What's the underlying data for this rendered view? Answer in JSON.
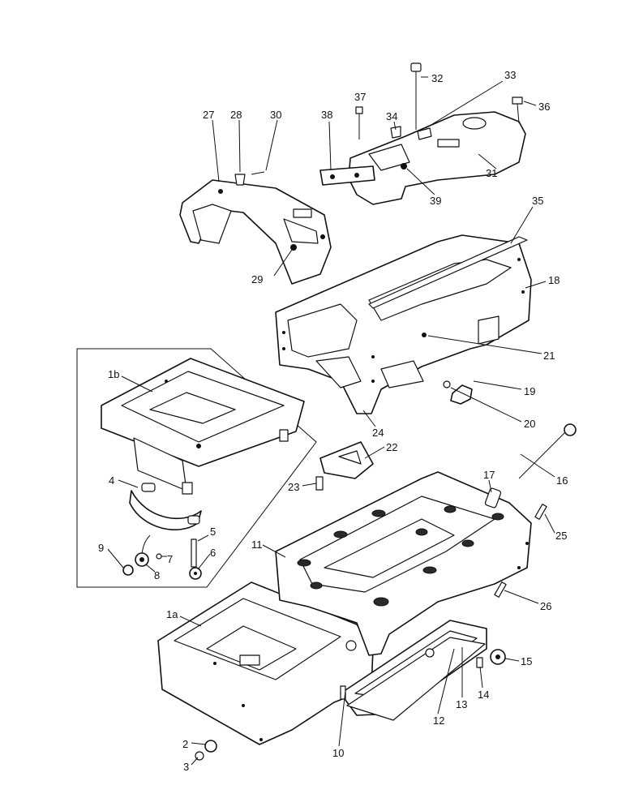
{
  "callouts": [
    {
      "id": "1a",
      "label": "1a"
    },
    {
      "id": "1b",
      "label": "1b"
    },
    {
      "id": "2",
      "label": "2"
    },
    {
      "id": "3",
      "label": "3"
    },
    {
      "id": "4",
      "label": "4"
    },
    {
      "id": "5",
      "label": "5"
    },
    {
      "id": "6",
      "label": "6"
    },
    {
      "id": "7",
      "label": "7"
    },
    {
      "id": "8",
      "label": "8"
    },
    {
      "id": "9",
      "label": "9"
    },
    {
      "id": "10",
      "label": "10"
    },
    {
      "id": "11",
      "label": "11"
    },
    {
      "id": "12",
      "label": "12"
    },
    {
      "id": "13",
      "label": "13"
    },
    {
      "id": "14",
      "label": "14"
    },
    {
      "id": "15",
      "label": "15"
    },
    {
      "id": "16",
      "label": "16"
    },
    {
      "id": "17",
      "label": "17"
    },
    {
      "id": "18",
      "label": "18"
    },
    {
      "id": "19",
      "label": "19"
    },
    {
      "id": "20",
      "label": "20"
    },
    {
      "id": "21",
      "label": "21"
    },
    {
      "id": "22",
      "label": "22"
    },
    {
      "id": "23",
      "label": "23"
    },
    {
      "id": "24",
      "label": "24"
    },
    {
      "id": "25",
      "label": "25"
    },
    {
      "id": "26",
      "label": "26"
    },
    {
      "id": "27",
      "label": "27"
    },
    {
      "id": "28",
      "label": "28"
    },
    {
      "id": "29",
      "label": "29"
    },
    {
      "id": "30",
      "label": "30"
    },
    {
      "id": "31",
      "label": "31"
    },
    {
      "id": "32",
      "label": "32"
    },
    {
      "id": "33",
      "label": "33"
    },
    {
      "id": "34",
      "label": "34"
    },
    {
      "id": "35",
      "label": "35"
    },
    {
      "id": "36",
      "label": "36"
    },
    {
      "id": "37",
      "label": "37"
    },
    {
      "id": "38",
      "label": "38"
    },
    {
      "id": "39",
      "label": "39"
    }
  ]
}
